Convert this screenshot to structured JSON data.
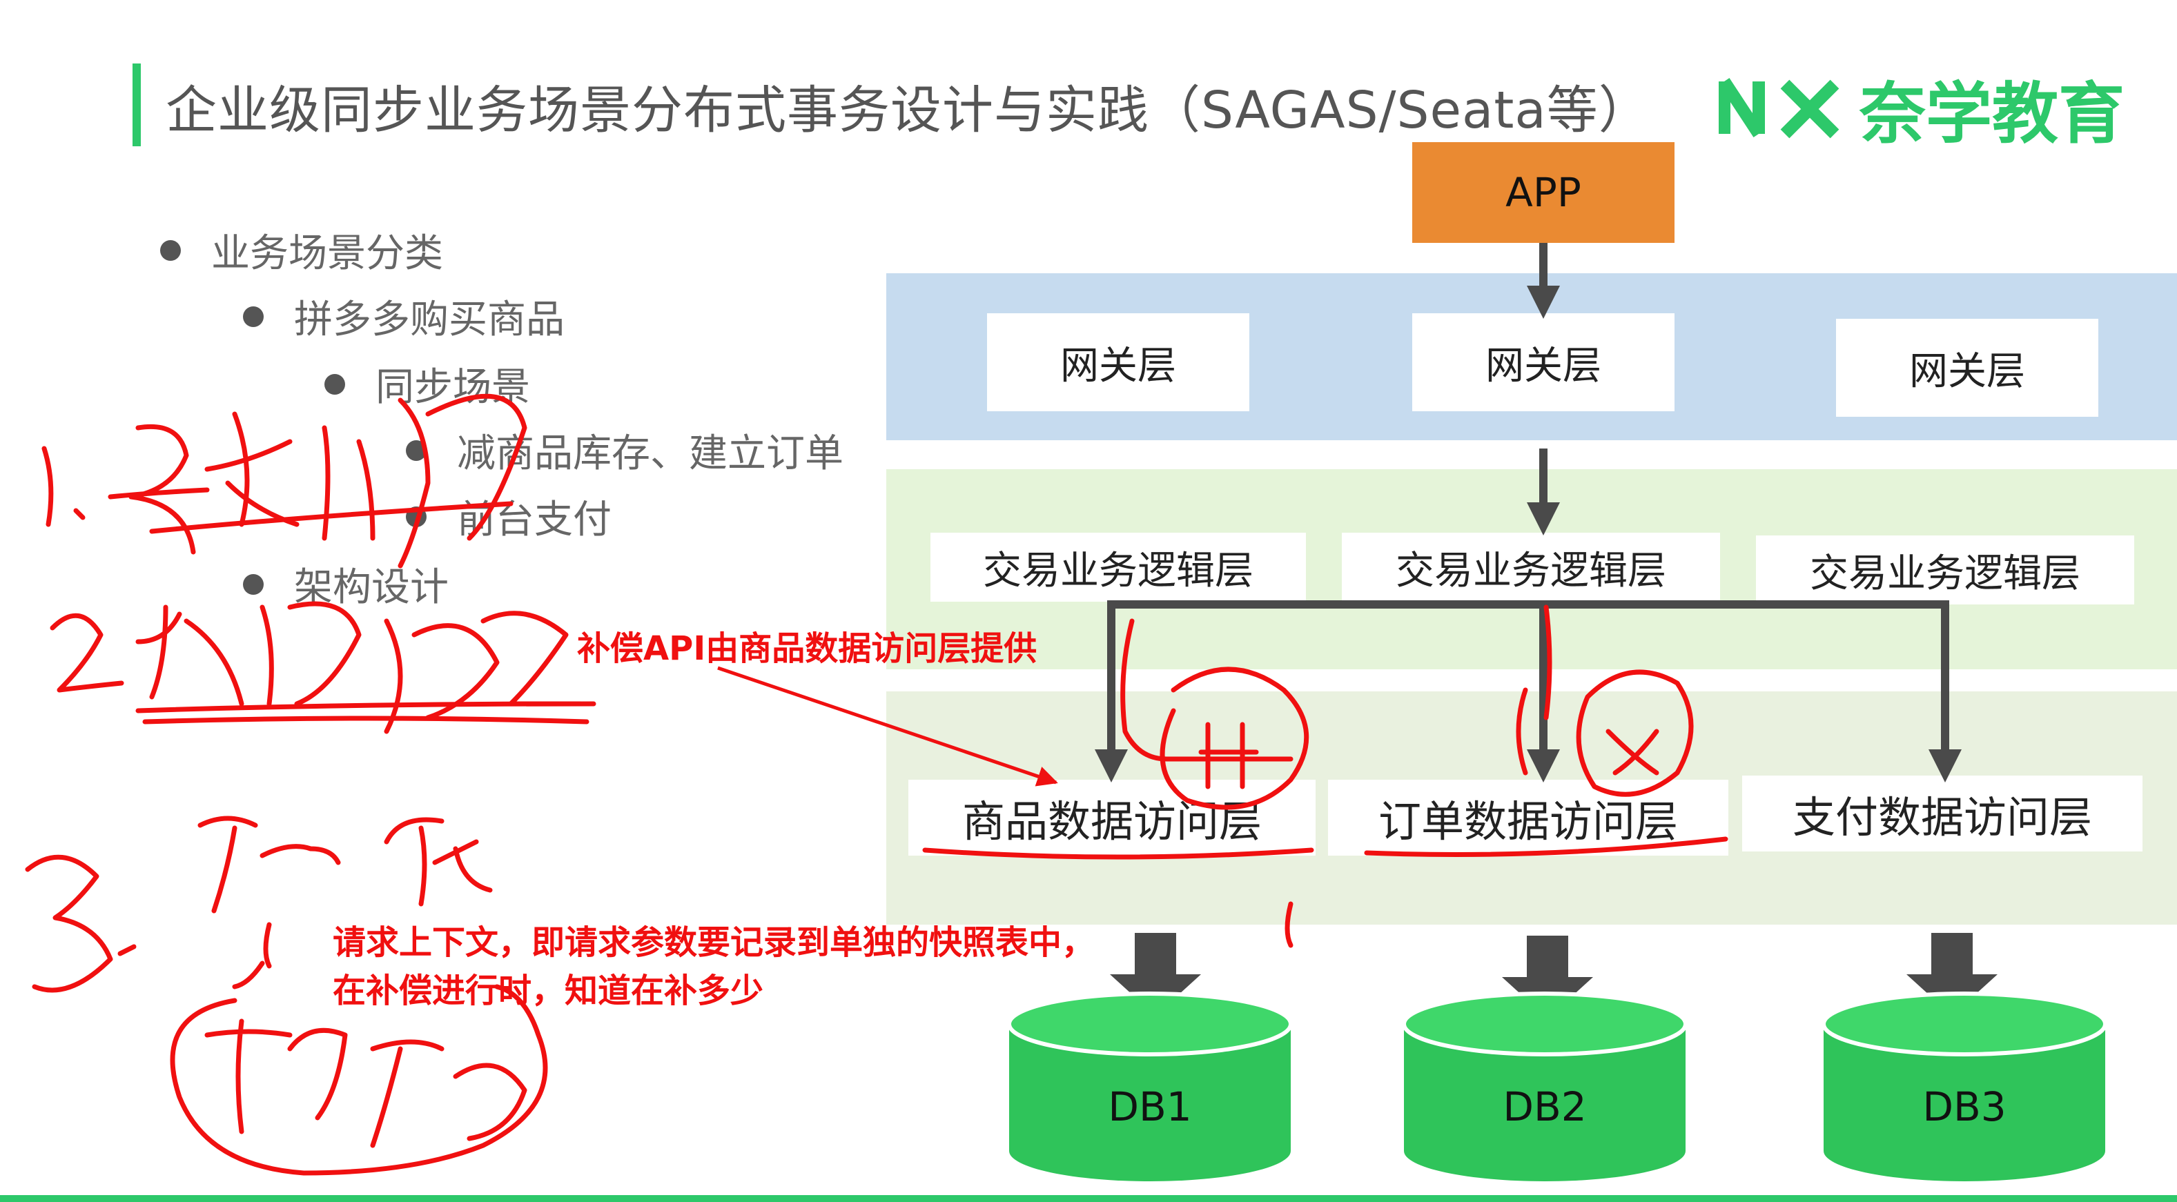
{
  "slide": {
    "title": "企业级同步业务场景分布式事务设计与实践（SAGAS/Seata等）",
    "logo_text": "奈学教育",
    "logo_mark": "N\\X"
  },
  "outline": [
    {
      "label": "业务场景分类",
      "level": 0
    },
    {
      "label": "拼多多购买商品",
      "level": 1
    },
    {
      "label": "同步场景",
      "level": 2
    },
    {
      "label": "减商品库存、建立订单",
      "level": 3
    },
    {
      "label": "前台支付",
      "level": 3
    },
    {
      "label": "架构设计",
      "level": 1
    }
  ],
  "architecture": {
    "app_label": "APP",
    "gateway_layers": [
      "网关层",
      "网关层",
      "网关层"
    ],
    "logic_layers": [
      "交易业务逻辑层",
      "交易业务逻辑层",
      "交易业务逻辑层"
    ],
    "data_access_layers": [
      "商品数据访问层",
      "订单数据访问层",
      "支付数据访问层"
    ],
    "databases": [
      "DB1",
      "DB2",
      "DB3"
    ]
  },
  "annotations": {
    "compensation_api": "补偿API由商品数据访问层提供",
    "context_line1": "请求上下文，即请求参数要记录到单独的快照表中，",
    "context_line2": "在补偿进行时，知道在补多少"
  },
  "colors": {
    "accent_green": "#2dc86a",
    "app_orange": "#ea8a32",
    "gateway_band": "#c6dbef",
    "logic_band": "#e5f4d9",
    "db_green": "#2fc45a",
    "ink_red": "#f01010"
  }
}
